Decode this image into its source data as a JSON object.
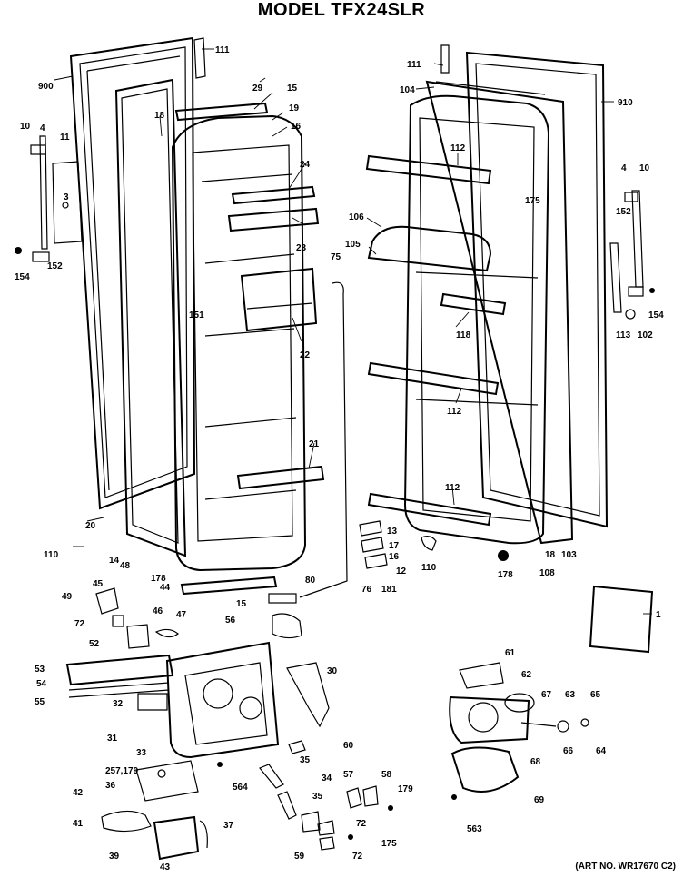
{
  "title": "MODEL TFX24SLR",
  "art_no": "(ART NO. WR17670 C2)",
  "parts": [
    "111",
    "900",
    "29",
    "15",
    "18",
    "19",
    "16",
    "10",
    "4",
    "11",
    "3",
    "154",
    "152",
    "24",
    "23",
    "151",
    "22",
    "21",
    "20",
    "14",
    "110",
    "48",
    "178",
    "45",
    "44",
    "49",
    "46",
    "47",
    "72",
    "52",
    "53",
    "54",
    "55",
    "32",
    "31",
    "33",
    "257,179",
    "36",
    "42",
    "41",
    "39",
    "43",
    "37",
    "80",
    "15",
    "76",
    "181",
    "56",
    "30",
    "60",
    "35",
    "564",
    "34",
    "35",
    "57",
    "58",
    "179",
    "72",
    "175",
    "72",
    "59",
    "111",
    "104",
    "910",
    "112",
    "175",
    "106",
    "105",
    "75",
    "4",
    "10",
    "152",
    "113",
    "154",
    "102",
    "118",
    "112",
    "112",
    "13",
    "17",
    "16",
    "12",
    "110",
    "178",
    "108",
    "18",
    "103",
    "1",
    "61",
    "62",
    "67",
    "63",
    "65",
    "66",
    "64",
    "68",
    "69",
    "563"
  ]
}
